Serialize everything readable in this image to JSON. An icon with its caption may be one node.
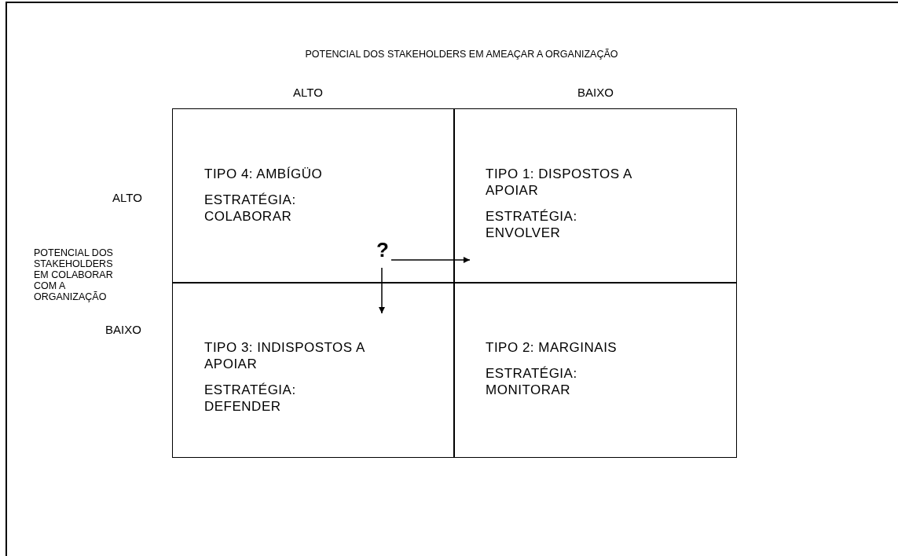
{
  "diagram": {
    "nodes": [
      {
        "text": [
          "TIPO 4: AMBÍGÜO",
          "ESTRATÉGIA: COLABORAR"
        ]
      },
      {
        "text": [
          "TIPO 1: DISPOSTOS A APOIAR",
          "ESTRATÉGIA: ENVOLVER"
        ]
      },
      {
        "text": [
          "TIPO 3: INDISPOSTOS A APOIAR",
          "ESTRATÉGIA: DEFENDER"
        ]
      },
      {
        "text": [
          "TIPO 2: MARGINAIS",
          "ESTRATÉGIA: MONITORAR"
        ]
      },
      {
        "text": [
          "?"
        ],
        "in": 0
      }
    ],
    "edges": [
      {
        "from": 4,
        "to": 1,
        "arrow": "to"
      },
      {
        "from": 4,
        "to": 2,
        "arrow": "to"
      }
    ],
    "labels": [
      "POTENCIAL DOS STAKEHOLDERS EM AMEAÇAR A ORGANIZAÇÃO",
      "ALTO",
      "BAIXO",
      "ALTO",
      "POTENCIAL DOS STAKEHOLDERS EM COLABORAR COM A ORGANIZAÇÃO",
      "BAIXO"
    ]
  }
}
